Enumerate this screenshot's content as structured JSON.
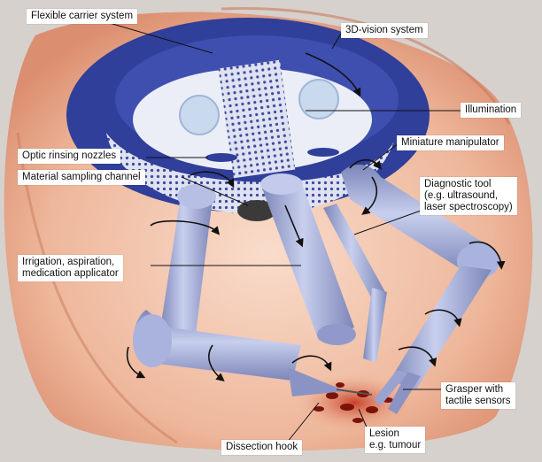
{
  "figure": {
    "labels": {
      "flexible_carrier": "Flexible carrier system",
      "vision": "3D-vision system",
      "illumination": "Illumination",
      "optic_rinsing": "Optic rinsing nozzles",
      "material_sampling": "Material sampling channel",
      "miniature_manipulator": "Miniature manipulator",
      "diagnostic_line1": "Diagnostic tool",
      "diagnostic_line2": "(e.g. ultrasound,",
      "diagnostic_line3": "laser spectroscopy)",
      "irrigation_line1": "Irrigation, aspiration,",
      "irrigation_line2": "medication applicator",
      "grasper_line1": "Grasper with",
      "grasper_line2": "tactile sensors",
      "lesion_line1": "Lesion",
      "lesion_line2": "e.g. tumour",
      "dissection_hook": "Dissection hook"
    },
    "colors": {
      "tissue": "#e9a789",
      "tissue_light": "#f6d3c0",
      "lumen_wall": "#cfc9c4",
      "carrier": "#2f3f9a",
      "lens_face": "#e8eaf4",
      "arm": "#aab3de",
      "arm_dark": "#7c86b8",
      "lesion": "#b5341e"
    }
  }
}
